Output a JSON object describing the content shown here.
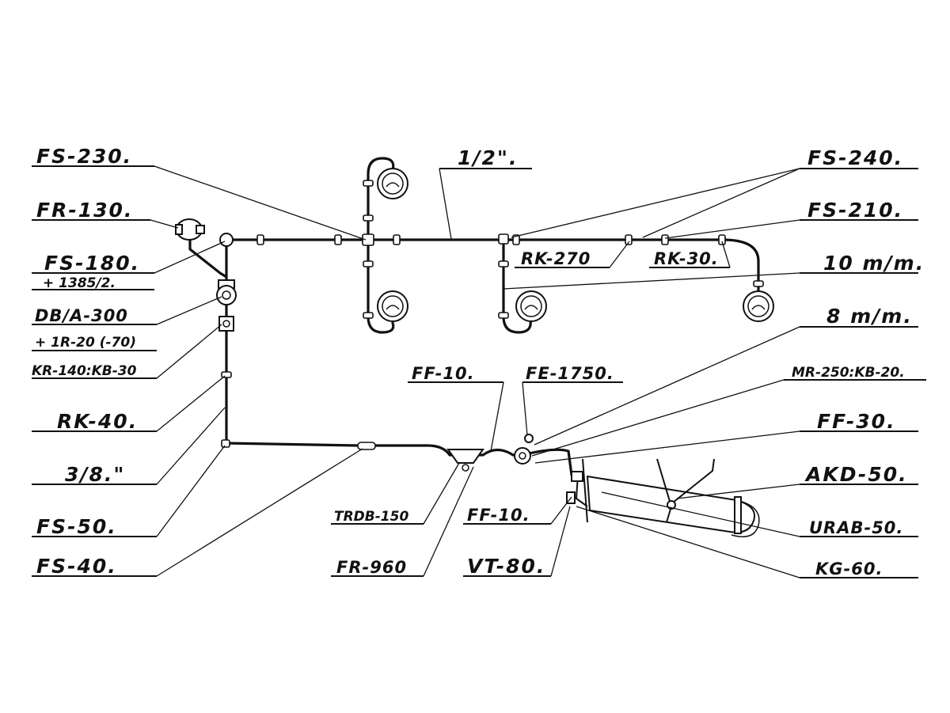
{
  "labels": {
    "fs230": "FS-230.",
    "fr130": "FR-130.",
    "fs180": "FS-180.",
    "p1385": "+ 1385/2.",
    "dbia300": "DB/A-300",
    "ir20": "+ 1R-20 (-70)",
    "kr140": "KR-140:KB-30",
    "rk40": "RK-40.",
    "d38": "3/8.\"",
    "fs50": "FS-50.",
    "fs40": "FS-40.",
    "half_inch": "1/2\".",
    "ff10_top": "FF-10.",
    "fe1750": "FE-1750.",
    "trdb150": "TRDB-150",
    "fr960": "FR-960",
    "ff10_low": "FF-10.",
    "vt80": "VT-80.",
    "fs240": "FS-240.",
    "fs210": "FS-210.",
    "rk270": "RK-270",
    "rk30": "RK-30.",
    "mm10": "10 m/m.",
    "mm8": "8 m/m.",
    "mr250": "MR-250:KB-20.",
    "ff30": "FF-30.",
    "akd50": "AKD-50.",
    "urab50": "URAB-50.",
    "kg60": "KG-60."
  }
}
